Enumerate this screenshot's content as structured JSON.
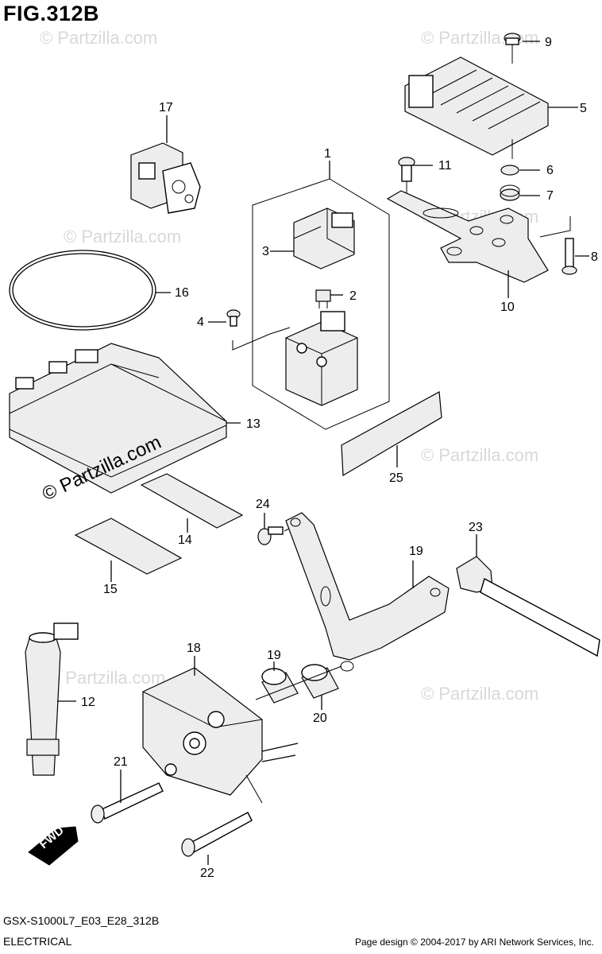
{
  "figure": {
    "title": "FIG.312B"
  },
  "callouts": [
    "1",
    "2",
    "3",
    "4",
    "5",
    "6",
    "7",
    "8",
    "9",
    "10",
    "11",
    "12",
    "13",
    "14",
    "15",
    "16",
    "17",
    "18",
    "19",
    "19",
    "20",
    "21",
    "22",
    "23",
    "24",
    "25"
  ],
  "watermark": {
    "text": "© Partzilla.com"
  },
  "direction_label": "FWD",
  "footer": {
    "model_code": "GSX-S1000L7_E03_E28_312B",
    "category": "ELECTRICAL",
    "credit": "Page design © 2004-2017 by ARI Network Services, Inc."
  }
}
